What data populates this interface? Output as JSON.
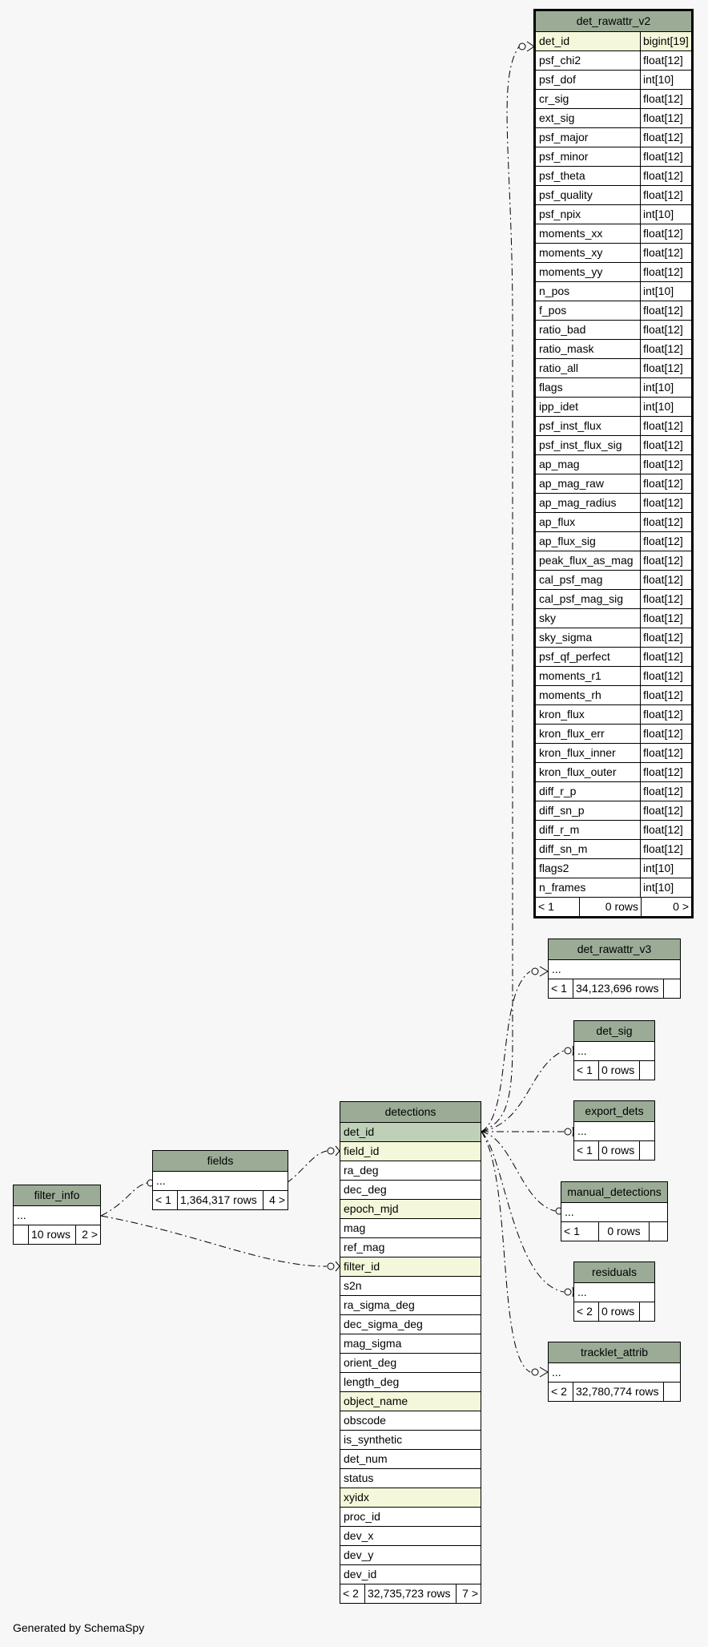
{
  "footer_text": "Generated by SchemaSpy",
  "tables": {
    "det_rawattr_v2": {
      "title": "det_rawattr_v2",
      "columns": [
        {
          "name": "det_id",
          "type": "bigint[19]",
          "key": "fk"
        },
        {
          "name": "psf_chi2",
          "type": "float[12]"
        },
        {
          "name": "psf_dof",
          "type": "int[10]"
        },
        {
          "name": "cr_sig",
          "type": "float[12]"
        },
        {
          "name": "ext_sig",
          "type": "float[12]"
        },
        {
          "name": "psf_major",
          "type": "float[12]"
        },
        {
          "name": "psf_minor",
          "type": "float[12]"
        },
        {
          "name": "psf_theta",
          "type": "float[12]"
        },
        {
          "name": "psf_quality",
          "type": "float[12]"
        },
        {
          "name": "psf_npix",
          "type": "int[10]"
        },
        {
          "name": "moments_xx",
          "type": "float[12]"
        },
        {
          "name": "moments_xy",
          "type": "float[12]"
        },
        {
          "name": "moments_yy",
          "type": "float[12]"
        },
        {
          "name": "n_pos",
          "type": "int[10]"
        },
        {
          "name": "f_pos",
          "type": "float[12]"
        },
        {
          "name": "ratio_bad",
          "type": "float[12]"
        },
        {
          "name": "ratio_mask",
          "type": "float[12]"
        },
        {
          "name": "ratio_all",
          "type": "float[12]"
        },
        {
          "name": "flags",
          "type": "int[10]"
        },
        {
          "name": "ipp_idet",
          "type": "int[10]"
        },
        {
          "name": "psf_inst_flux",
          "type": "float[12]"
        },
        {
          "name": "psf_inst_flux_sig",
          "type": "float[12]"
        },
        {
          "name": "ap_mag",
          "type": "float[12]"
        },
        {
          "name": "ap_mag_raw",
          "type": "float[12]"
        },
        {
          "name": "ap_mag_radius",
          "type": "float[12]"
        },
        {
          "name": "ap_flux",
          "type": "float[12]"
        },
        {
          "name": "ap_flux_sig",
          "type": "float[12]"
        },
        {
          "name": "peak_flux_as_mag",
          "type": "float[12]"
        },
        {
          "name": "cal_psf_mag",
          "type": "float[12]"
        },
        {
          "name": "cal_psf_mag_sig",
          "type": "float[12]"
        },
        {
          "name": "sky",
          "type": "float[12]"
        },
        {
          "name": "sky_sigma",
          "type": "float[12]"
        },
        {
          "name": "psf_qf_perfect",
          "type": "float[12]"
        },
        {
          "name": "moments_r1",
          "type": "float[12]"
        },
        {
          "name": "moments_rh",
          "type": "float[12]"
        },
        {
          "name": "kron_flux",
          "type": "float[12]"
        },
        {
          "name": "kron_flux_err",
          "type": "float[12]"
        },
        {
          "name": "kron_flux_inner",
          "type": "float[12]"
        },
        {
          "name": "kron_flux_outer",
          "type": "float[12]"
        },
        {
          "name": "diff_r_p",
          "type": "float[12]"
        },
        {
          "name": "diff_sn_p",
          "type": "float[12]"
        },
        {
          "name": "diff_r_m",
          "type": "float[12]"
        },
        {
          "name": "diff_sn_m",
          "type": "float[12]"
        },
        {
          "name": "flags2",
          "type": "int[10]"
        },
        {
          "name": "n_frames",
          "type": "int[10]"
        }
      ],
      "footer": {
        "left": "< 1",
        "mid": "0 rows",
        "right": "0 >"
      }
    },
    "det_rawattr_v3": {
      "title": "det_rawattr_v3",
      "ellipsis": "...",
      "footer": {
        "left": "< 1",
        "mid": "34,123,696 rows",
        "right": ""
      }
    },
    "det_sig": {
      "title": "det_sig",
      "ellipsis": "...",
      "footer": {
        "left": "< 1",
        "mid": "0 rows",
        "right": ""
      }
    },
    "export_dets": {
      "title": "export_dets",
      "ellipsis": "...",
      "footer": {
        "left": "< 1",
        "mid": "0 rows",
        "right": ""
      }
    },
    "manual_detections": {
      "title": "manual_detections",
      "ellipsis": "...",
      "footer": {
        "left": "< 1",
        "mid": "0 rows",
        "right": ""
      }
    },
    "residuals": {
      "title": "residuals",
      "ellipsis": "...",
      "footer": {
        "left": "< 2",
        "mid": "0 rows",
        "right": ""
      }
    },
    "tracklet_attrib": {
      "title": "tracklet_attrib",
      "ellipsis": "...",
      "footer": {
        "left": "< 2",
        "mid": "32,780,774 rows",
        "right": ""
      }
    },
    "fields": {
      "title": "fields",
      "ellipsis": "...",
      "footer": {
        "left": "< 1",
        "mid": "1,364,317 rows",
        "right": "4 >"
      }
    },
    "filter_info": {
      "title": "filter_info",
      "ellipsis": "...",
      "footer": {
        "left": "",
        "mid": "10 rows",
        "right": "2 >"
      }
    },
    "detections": {
      "title": "detections",
      "columns": [
        {
          "name": "det_id",
          "key": "pk"
        },
        {
          "name": "field_id",
          "key": "fk"
        },
        {
          "name": "ra_deg"
        },
        {
          "name": "dec_deg"
        },
        {
          "name": "epoch_mjd",
          "key": "fk"
        },
        {
          "name": "mag"
        },
        {
          "name": "ref_mag"
        },
        {
          "name": "filter_id",
          "key": "fk"
        },
        {
          "name": "s2n"
        },
        {
          "name": "ra_sigma_deg"
        },
        {
          "name": "dec_sigma_deg"
        },
        {
          "name": "mag_sigma"
        },
        {
          "name": "orient_deg"
        },
        {
          "name": "length_deg"
        },
        {
          "name": "object_name",
          "key": "fk"
        },
        {
          "name": "obscode"
        },
        {
          "name": "is_synthetic"
        },
        {
          "name": "det_num"
        },
        {
          "name": "status"
        },
        {
          "name": "xyidx",
          "key": "fk"
        },
        {
          "name": "proc_id"
        },
        {
          "name": "dev_x"
        },
        {
          "name": "dev_y"
        },
        {
          "name": "dev_id"
        }
      ],
      "footer": {
        "left": "< 2",
        "mid": "32,735,723 rows",
        "right": "7 >"
      }
    }
  }
}
